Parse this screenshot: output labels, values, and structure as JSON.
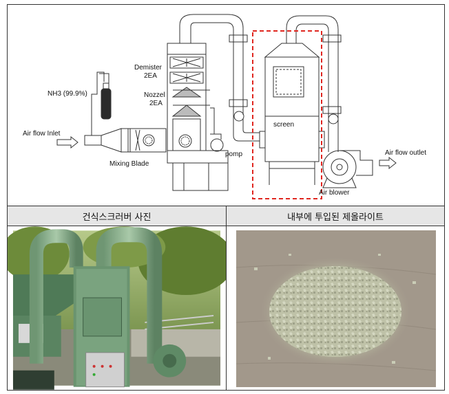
{
  "diagram": {
    "labels": {
      "nh3": "NH3 (99.9%)",
      "demister": "Demister",
      "demister_qty": "2EA",
      "nozzel": "Nozzel",
      "nozzel_qty": "2EA",
      "air_flow_inlet": "Air flow Inlet",
      "mixing_blade": "Mixing Blade",
      "pomp": "pomp",
      "screen": "screen",
      "air_flow_outlet": "Air flow outlet",
      "air_blower": "Air blower"
    },
    "colors": {
      "line": "#333333",
      "highlight_box": "#e0261f",
      "cylinder": "#2b2b2b"
    }
  },
  "captions": {
    "left": "건식스크러버 사진",
    "right": "내부에 투입된 제올라이트"
  },
  "photos": {
    "left_subject": "dry-scrubber-photo",
    "right_subject": "zeolite-photo"
  }
}
